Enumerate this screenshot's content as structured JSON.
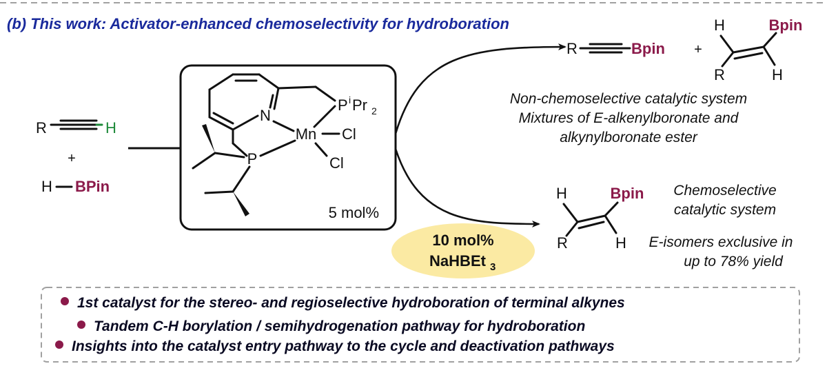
{
  "title": "(b) This work: Activator-enhanced chemoselectivity for hydroboration",
  "reactants": {
    "alkyne_R": "R",
    "alkyne_H": "H",
    "plus": "+",
    "hb_H": "H",
    "hb_B": "BPin"
  },
  "catalyst": {
    "N": "N",
    "Mn": "Mn",
    "Cl_top": "Cl",
    "Cl_bottom": "Cl",
    "P_right": "P",
    "P_right_sup": "i",
    "P_right_rest": "Pr",
    "P_right_sub": "2",
    "P_left": "P",
    "loading": "5 mol%"
  },
  "activator": {
    "line1": "10 mol%",
    "line2_main": "NaHBEt",
    "line2_sub": "3"
  },
  "top_product": {
    "R": "R",
    "Bpin": "Bpin",
    "plus": "+",
    "alk_H_top": "H",
    "alk_Bpin": "Bpin",
    "alk_R": "R",
    "alk_H_bottom": "H"
  },
  "top_note": [
    "Non-chemoselective catalytic system",
    "Mixtures of E-alkenylboronate and",
    "alkynylboronate ester"
  ],
  "bottom_product": {
    "H_top": "H",
    "Bpin": "Bpin",
    "R": "R",
    "H_bottom": "H"
  },
  "bottom_note": [
    "Chemoselective",
    "catalytic system",
    "E-isomers exclusive in",
    "up to 78% yield"
  ],
  "bullets": [
    "1st catalyst for the stereo- and regioselective hydroboration of terminal alkynes",
    "Tandem C-H borylation / semihydrogenation pathway for hydroboration",
    "Insights into the catalyst entry pathway to the cycle and deactivation pathways"
  ],
  "colors": {
    "title": "#1a2a9c",
    "bpin": "#8b1a4a",
    "activator_bg": "#fbeaa3",
    "bullet": "#8b1a4a",
    "dash": "#a0a0a0"
  }
}
